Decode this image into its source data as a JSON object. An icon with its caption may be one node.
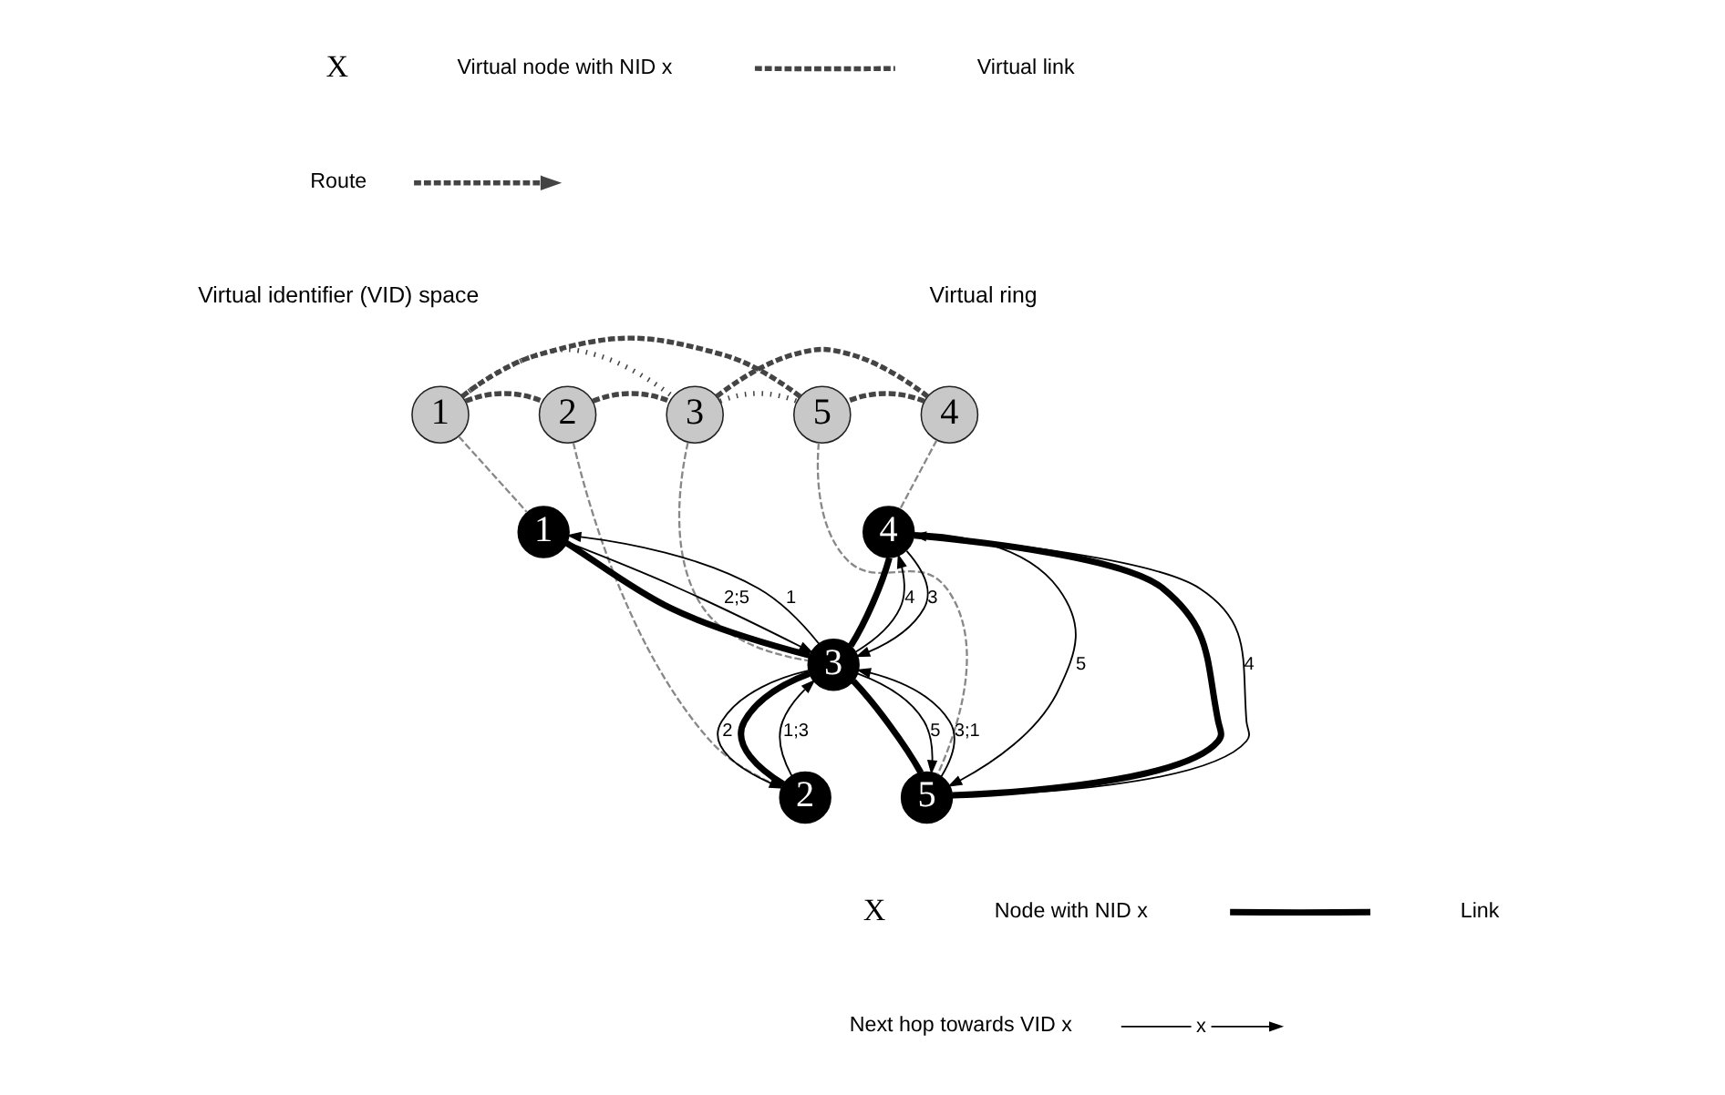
{
  "diagram": {
    "nodes": [
      {
        "text": [
          "1"
        ]
      },
      {
        "text": [
          "2"
        ]
      },
      {
        "text": [
          "3"
        ]
      },
      {
        "text": [
          "4"
        ]
      },
      {
        "text": [
          "5"
        ]
      },
      {
        "text": [
          "1"
        ]
      },
      {
        "text": [
          "2"
        ]
      },
      {
        "text": [
          "3"
        ]
      },
      {
        "text": [
          "4"
        ]
      },
      {
        "text": [
          "5"
        ]
      }
    ],
    "edges": [
      {
        "from": 0,
        "to": 1,
        "arrow": "none",
        "style": "dashed",
        "color": "#444444"
      },
      {
        "from": 1,
        "to": 2,
        "arrow": "none",
        "style": "dashed",
        "color": "#444444"
      },
      {
        "from": 2,
        "to": 3,
        "arrow": "none",
        "style": "dashed",
        "color": "#444444"
      },
      {
        "from": 3,
        "to": 4,
        "arrow": "none",
        "style": "dashed",
        "color": "#444444"
      },
      {
        "from": 4,
        "to": 0,
        "arrow": "none",
        "style": "dashed",
        "color": "#444444"
      },
      {
        "from": 0,
        "to": 2,
        "arrow": "none",
        "style": "dashed",
        "color": "#444444"
      },
      {
        "from": 2,
        "to": 4,
        "arrow": "none",
        "style": "dashed",
        "color": "#444444"
      },
      {
        "from": 0,
        "to": 5,
        "arrow": "none",
        "style": "dashed",
        "color": "#888888"
      },
      {
        "from": 1,
        "to": 6,
        "arrow": "none",
        "style": "dashed",
        "color": "#888888"
      },
      {
        "from": 2,
        "to": 7,
        "arrow": "none",
        "style": "dashed",
        "color": "#888888"
      },
      {
        "from": 3,
        "to": 8,
        "arrow": "none",
        "style": "dashed",
        "color": "#888888"
      },
      {
        "from": 4,
        "to": 9,
        "arrow": "none",
        "style": "dashed",
        "color": "#888888"
      },
      {
        "from": 5,
        "to": 7,
        "arrow": "none",
        "style": "thick"
      },
      {
        "from": 6,
        "to": 7,
        "arrow": "none",
        "style": "thick"
      },
      {
        "from": 7,
        "to": 8,
        "arrow": "none",
        "style": "thick"
      },
      {
        "from": 7,
        "to": 9,
        "arrow": "none",
        "style": "thick"
      },
      {
        "from": 9,
        "to": 8,
        "arrow": "none",
        "style": "thick"
      },
      {
        "from": 5,
        "to": 7,
        "arrow": "to",
        "label": "2;5"
      },
      {
        "from": 7,
        "to": 5,
        "arrow": "to",
        "label": "1"
      },
      {
        "from": 7,
        "to": 8,
        "arrow": "to",
        "label": "4"
      },
      {
        "from": 8,
        "to": 7,
        "arrow": "to",
        "label": "3"
      },
      {
        "from": 6,
        "to": 7,
        "arrow": "to",
        "label": "1;3"
      },
      {
        "from": 7,
        "to": 6,
        "arrow": "to",
        "label": "2"
      },
      {
        "from": 7,
        "to": 9,
        "arrow": "to",
        "label": "5"
      },
      {
        "from": 9,
        "to": 7,
        "arrow": "to",
        "label": "3;1"
      },
      {
        "from": 9,
        "to": 8,
        "arrow": "to",
        "label": "4"
      },
      {
        "from": 8,
        "to": 9,
        "arrow": "to",
        "label": "5"
      }
    ],
    "labels": [
      "X",
      "Virtual identifier (VID) space",
      "Virtual ring",
      "X",
      "x"
    ],
    "legend": [
      {
        "text": "Virtual node with NID x"
      },
      {
        "text": "Virtual link"
      },
      {
        "text": "Route"
      },
      {
        "text": "Node with NID x"
      },
      {
        "text": "Link"
      },
      {
        "text": "Next hop towards VID x"
      }
    ]
  }
}
